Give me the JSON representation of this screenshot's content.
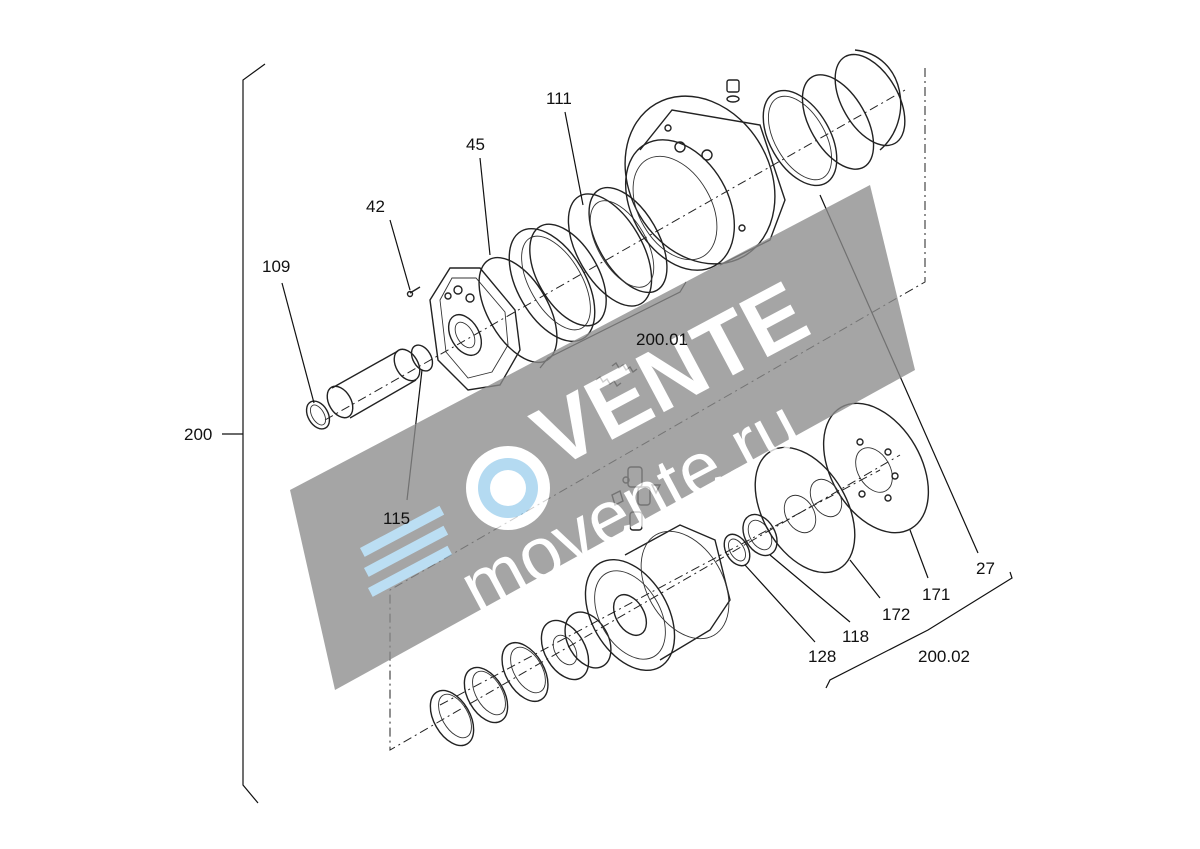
{
  "watermark": {
    "brand": "VENTE",
    "site": "movente.ru",
    "color": "#8c8c8c"
  },
  "labels": {
    "assembly": "200",
    "sub1": "200.01",
    "sub2": "200.02",
    "p109": "109",
    "p42": "42",
    "p45": "45",
    "p111": "111",
    "p115": "115",
    "p27": "27",
    "p171": "171",
    "p172": "172",
    "p118": "118",
    "p128": "128"
  }
}
